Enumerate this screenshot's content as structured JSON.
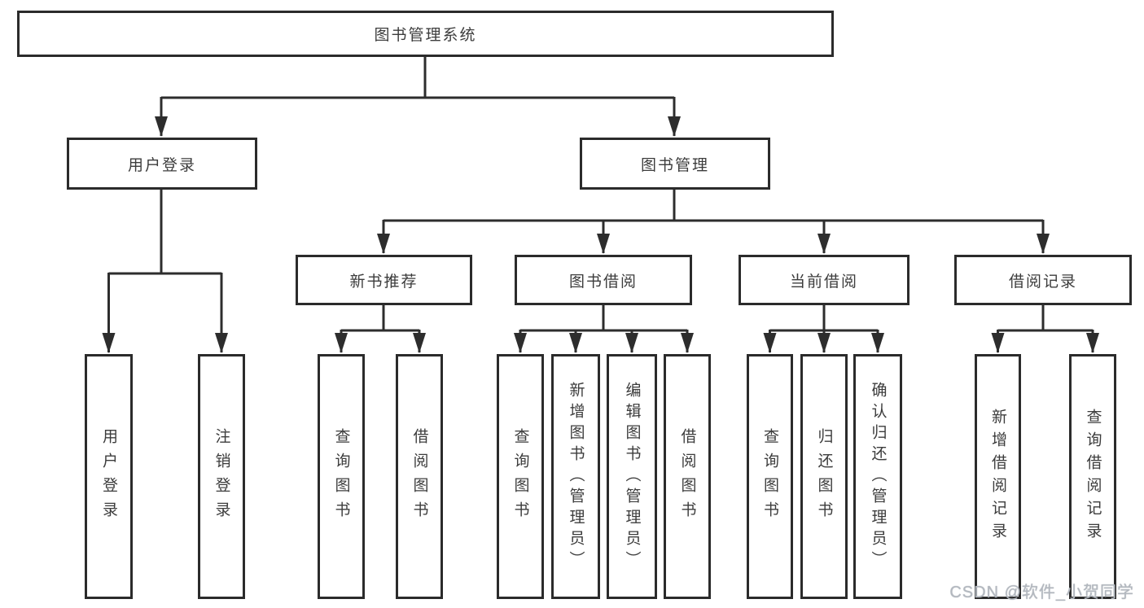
{
  "tree": {
    "root": {
      "label": "图书管理系统"
    },
    "branches": {
      "user_login": {
        "label": "用户登录"
      },
      "book_management": {
        "label": "图书管理"
      }
    },
    "sections": {
      "new_book_recommend": {
        "label": "新书推荐"
      },
      "book_borrowing": {
        "label": "图书借阅"
      },
      "current_borrowing": {
        "label": "当前借阅"
      },
      "borrowing_records": {
        "label": "借阅记录"
      }
    },
    "leaves": {
      "user_login": {
        "label": "用户登录"
      },
      "logout": {
        "label": "注销登录"
      },
      "nbr_query_book": {
        "label": "查询图书"
      },
      "nbr_borrow_book": {
        "label": "借阅图书"
      },
      "bb_query_book": {
        "label": "查询图书"
      },
      "bb_add_book": {
        "label": "新增图书（管理员）"
      },
      "bb_edit_book": {
        "label": "编辑图书（管理员）"
      },
      "bb_borrow_book": {
        "label": "借阅图书"
      },
      "cb_query_book": {
        "label": "查询图书"
      },
      "cb_return_book": {
        "label": "归还图书"
      },
      "cb_confirm_return": {
        "label": "确认归还（管理员）"
      },
      "br_add_record": {
        "label": "新增借阅记录"
      },
      "br_query_record": {
        "label": "查询借阅记录"
      }
    },
    "structure": {
      "图书管理系统": [
        "用户登录",
        "图书管理"
      ],
      "用户登录": [
        "用户登录",
        "注销登录"
      ],
      "图书管理": [
        "新书推荐",
        "图书借阅",
        "当前借阅",
        "借阅记录"
      ],
      "新书推荐": [
        "查询图书",
        "借阅图书"
      ],
      "图书借阅": [
        "查询图书",
        "新增图书（管理员）",
        "编辑图书（管理员）",
        "借阅图书"
      ],
      "当前借阅": [
        "查询图书",
        "归还图书",
        "确认归还（管理员）"
      ],
      "借阅记录": [
        "新增借阅记录",
        "查询借阅记录"
      ]
    }
  },
  "watermark": {
    "text": "CSDN @软件_小贺同学"
  },
  "colors": {
    "line": "#2d2d2d",
    "box_border": "#2b2b2b",
    "text": "#3c3c3c",
    "background": "#ffffff",
    "watermark_text": "#b3b8bf"
  }
}
